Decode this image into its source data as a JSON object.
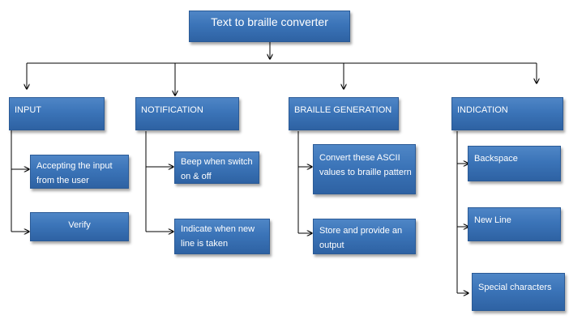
{
  "title": "Text to braille converter",
  "categories": {
    "input": {
      "label": "INPUT",
      "items": [
        "Accepting the input from the user",
        "Verify"
      ]
    },
    "notification": {
      "label": "NOTIFICATION",
      "items": [
        "Beep when switch on & off",
        "Indicate when new line is taken"
      ]
    },
    "braille_generation": {
      "label": "BRAILLE GENERATION",
      "items": [
        "Convert these ASCII values to braille pattern",
        "Store and provide an output"
      ]
    },
    "indication": {
      "label": "INDICATION",
      "items": [
        "Backspace",
        "New Line",
        "Special characters"
      ]
    }
  },
  "colors": {
    "box_fill": "#3b74b8",
    "box_border": "#2a5a96",
    "text": "#ffffff",
    "connector": "#000000"
  }
}
